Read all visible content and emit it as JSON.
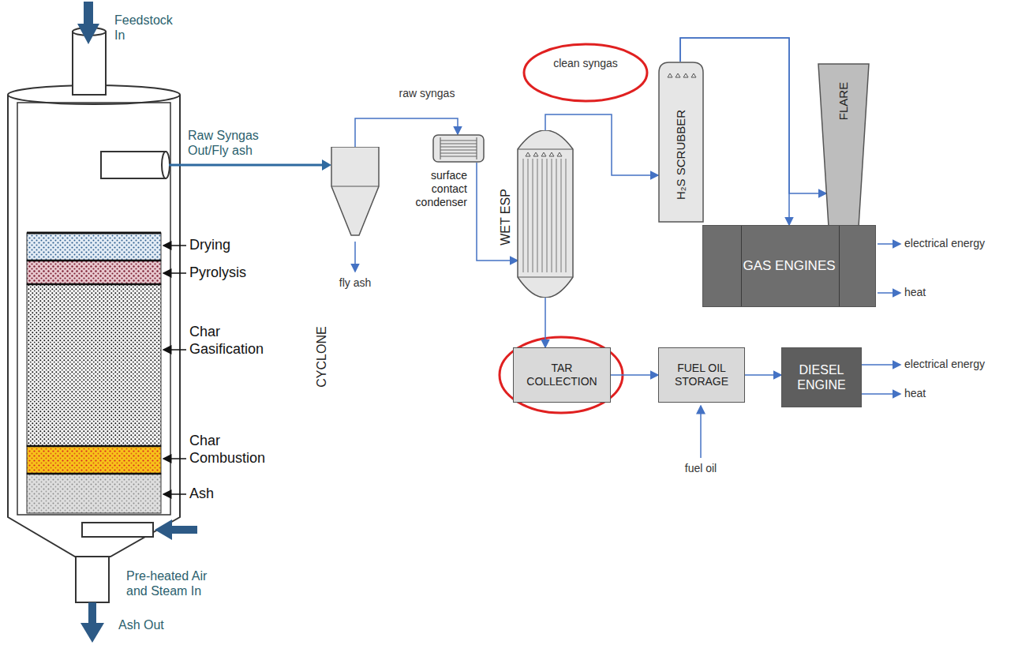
{
  "diagram": {
    "nodes": [
      {
        "text": [
          "CYCLONE"
        ]
      },
      {
        "text": [
          "surface contact condenser"
        ]
      },
      {
        "text": [
          "WET ESP"
        ]
      },
      {
        "text": [
          "H₂S SCRUBBER"
        ]
      },
      {
        "text": [
          "FLARE"
        ]
      },
      {
        "text": [
          "GAS ENGINES"
        ]
      },
      {
        "text": [
          "TAR COLLECTION"
        ]
      },
      {
        "text": [
          "FUEL OIL STORAGE"
        ]
      },
      {
        "text": [
          "DIESEL ENGINE"
        ]
      }
    ],
    "edges": [
      {
        "from": 0,
        "to": 1,
        "arrow": "to",
        "label": "raw syngas"
      },
      {
        "from": 1,
        "to": 2,
        "arrow": "to"
      },
      {
        "from": 2,
        "to": 3,
        "arrow": "to",
        "label": "clean syngas"
      },
      {
        "from": 3,
        "to": 4,
        "arrow": "to"
      },
      {
        "from": 3,
        "to": 5,
        "arrow": "to"
      },
      {
        "from": 2,
        "to": 6,
        "arrow": "to"
      },
      {
        "from": 6,
        "to": 7,
        "arrow": "to"
      },
      {
        "from": 7,
        "to": 8,
        "arrow": "to"
      }
    ],
    "labels": [
      "Feedstock In",
      "Raw Syngas Out/Fly ash",
      "Drying",
      "Pyrolysis",
      "Char Gasification",
      "Char Combustion",
      "Ash",
      "Pre-heated Air and Steam In",
      "Ash Out",
      "fly ash",
      "fuel oil",
      "electrical energy",
      "heat",
      "electrical energy",
      "heat"
    ]
  }
}
